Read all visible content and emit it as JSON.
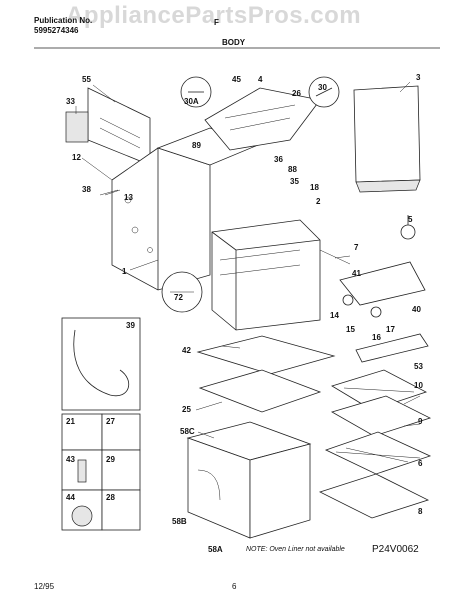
{
  "header": {
    "publication_label": "Publication No.",
    "publication_number": "5995274346",
    "model_partial": "F",
    "section_title": "BODY",
    "watermark": "AppliancePartsPros.com"
  },
  "footer": {
    "date": "12/95",
    "page": "6",
    "note": "NOTE: Oven Liner not available",
    "diagram_code": "P24V0062"
  },
  "parts": [
    {
      "id": "p55",
      "label": "55"
    },
    {
      "id": "p33",
      "label": "33"
    },
    {
      "id": "p12",
      "label": "12"
    },
    {
      "id": "p38",
      "label": "38"
    },
    {
      "id": "p13",
      "label": "13"
    },
    {
      "id": "p89",
      "label": "89"
    },
    {
      "id": "p45",
      "label": "45"
    },
    {
      "id": "p4",
      "label": "4"
    },
    {
      "id": "p30a",
      "label": "30A"
    },
    {
      "id": "p26",
      "label": "26"
    },
    {
      "id": "p30",
      "label": "30"
    },
    {
      "id": "p3",
      "label": "3"
    },
    {
      "id": "p36",
      "label": "36"
    },
    {
      "id": "p88",
      "label": "88"
    },
    {
      "id": "p35",
      "label": "35"
    },
    {
      "id": "p18",
      "label": "18"
    },
    {
      "id": "p2",
      "label": "2"
    },
    {
      "id": "p1",
      "label": "1"
    },
    {
      "id": "p5",
      "label": "5"
    },
    {
      "id": "p7",
      "label": "7"
    },
    {
      "id": "p41",
      "label": "41"
    },
    {
      "id": "p72",
      "label": "72"
    },
    {
      "id": "p14",
      "label": "14"
    },
    {
      "id": "p15",
      "label": "15"
    },
    {
      "id": "p16",
      "label": "16"
    },
    {
      "id": "p17",
      "label": "17"
    },
    {
      "id": "p40",
      "label": "40"
    },
    {
      "id": "p39",
      "label": "39"
    },
    {
      "id": "p42",
      "label": "42"
    },
    {
      "id": "p53",
      "label": "53"
    },
    {
      "id": "p10",
      "label": "10"
    },
    {
      "id": "p9",
      "label": "9"
    },
    {
      "id": "p25",
      "label": "25"
    },
    {
      "id": "p21",
      "label": "21"
    },
    {
      "id": "p27",
      "label": "27"
    },
    {
      "id": "p58c",
      "label": "58C"
    },
    {
      "id": "p43",
      "label": "43"
    },
    {
      "id": "p29",
      "label": "29"
    },
    {
      "id": "p6",
      "label": "6"
    },
    {
      "id": "p44",
      "label": "44"
    },
    {
      "id": "p28",
      "label": "28"
    },
    {
      "id": "p58b",
      "label": "58B"
    },
    {
      "id": "p58a",
      "label": "58A"
    },
    {
      "id": "p8",
      "label": "8"
    }
  ]
}
